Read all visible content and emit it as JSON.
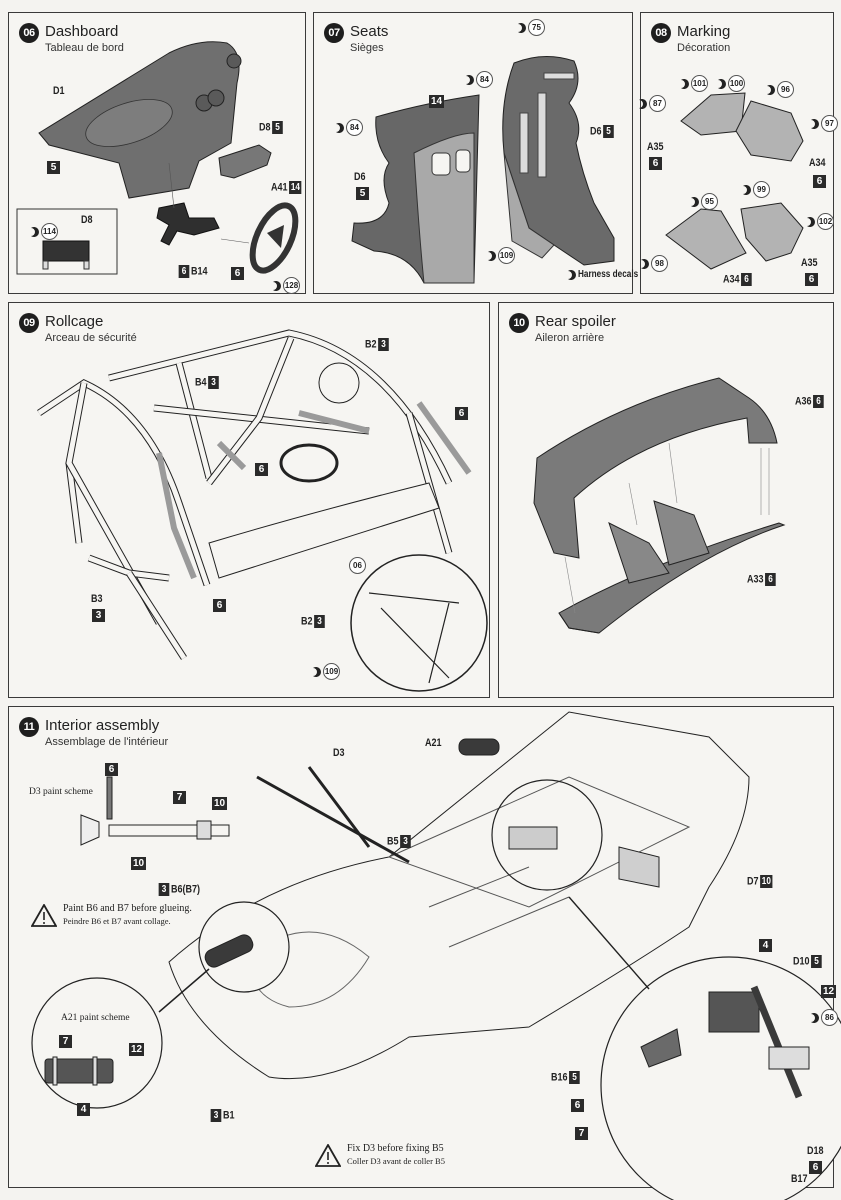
{
  "steps": [
    {
      "number": "06",
      "title": "Dashboard",
      "subtitle": "Tableau de bord",
      "parts": [
        {
          "part": "D1"
        },
        {
          "part": "D8",
          "paint": "5"
        },
        {
          "part": "A41",
          "paint": "14"
        },
        {
          "part": "B14",
          "paint": "6"
        }
      ],
      "paint_callouts": [
        "5",
        "6"
      ],
      "decals": [
        "114",
        "128"
      ],
      "inset_label": "D8"
    },
    {
      "number": "07",
      "title": "Seats",
      "subtitle": "Sièges",
      "parts": [
        {
          "part": "D6",
          "paint": "5"
        },
        {
          "part": "D6",
          "paint": "5"
        }
      ],
      "paint_callouts": [
        "14"
      ],
      "decals": [
        "75",
        "84",
        "84",
        "109"
      ],
      "harness_label": "Harness decals"
    },
    {
      "number": "08",
      "title": "Marking",
      "subtitle": "Décoration",
      "parts": [
        {
          "part": "A35",
          "paint": "6"
        },
        {
          "part": "A34",
          "paint": "6"
        },
        {
          "part": "A35",
          "paint": "6"
        },
        {
          "part": "A34",
          "paint": "6"
        }
      ],
      "decals": [
        "101",
        "100",
        "87",
        "96",
        "97",
        "99",
        "95",
        "102",
        "98"
      ]
    },
    {
      "number": "09",
      "title": "Rollcage",
      "subtitle": "Arceau de sécurité",
      "parts": [
        {
          "part": "B2",
          "paint": "3"
        },
        {
          "part": "B4",
          "paint": "3"
        },
        {
          "part": "B3",
          "paint": "3"
        },
        {
          "part": "B2",
          "paint": "3"
        }
      ],
      "paint_callouts": [
        "6",
        "6",
        "6"
      ],
      "reference_step": "06",
      "decals": [
        "109"
      ]
    },
    {
      "number": "10",
      "title": "Rear spoiler",
      "subtitle": "Aileron arrière",
      "parts": [
        {
          "part": "A36",
          "paint": "6"
        },
        {
          "part": "A33",
          "paint": "6"
        }
      ]
    },
    {
      "number": "11",
      "title": "Interior assembly",
      "subtitle": "Assemblage de l'intérieur",
      "d3_scheme": {
        "label": "D3 paint scheme",
        "paints": [
          "6",
          "7",
          "10",
          "10"
        ]
      },
      "a21_scheme": {
        "label": "A21 paint scheme",
        "paints": [
          "7",
          "12",
          "4"
        ]
      },
      "parts": [
        {
          "part": "D3"
        },
        {
          "part": "A21"
        },
        {
          "part": "B5",
          "paint": "3"
        },
        {
          "part": "B6(B7)",
          "paint": "3"
        },
        {
          "part": "D7",
          "paint": "10"
        },
        {
          "part": "B1",
          "paint": "3"
        },
        {
          "part": "D10",
          "paint": "5"
        },
        {
          "part": "B16",
          "paint": "5"
        },
        {
          "part": "D18",
          "paint": "6"
        },
        {
          "part": "B17"
        }
      ],
      "paint_callouts": [
        "4",
        "12",
        "6",
        "7"
      ],
      "decals": [
        "86"
      ],
      "notes": [
        {
          "en": "Paint B6 and B7 before glueing.",
          "fr": "Peindre B6 et B7 avant collage."
        },
        {
          "en": "Fix D3 before fixing B5",
          "fr": "Coller D3 avant de coller B5"
        }
      ]
    }
  ],
  "colors": {
    "ink": "#1e1e1e",
    "part_gray": "#8a8a8a",
    "part_dark": "#3b3b3b",
    "part_light": "#c9c9c9",
    "paper": "#f6f5f2"
  }
}
